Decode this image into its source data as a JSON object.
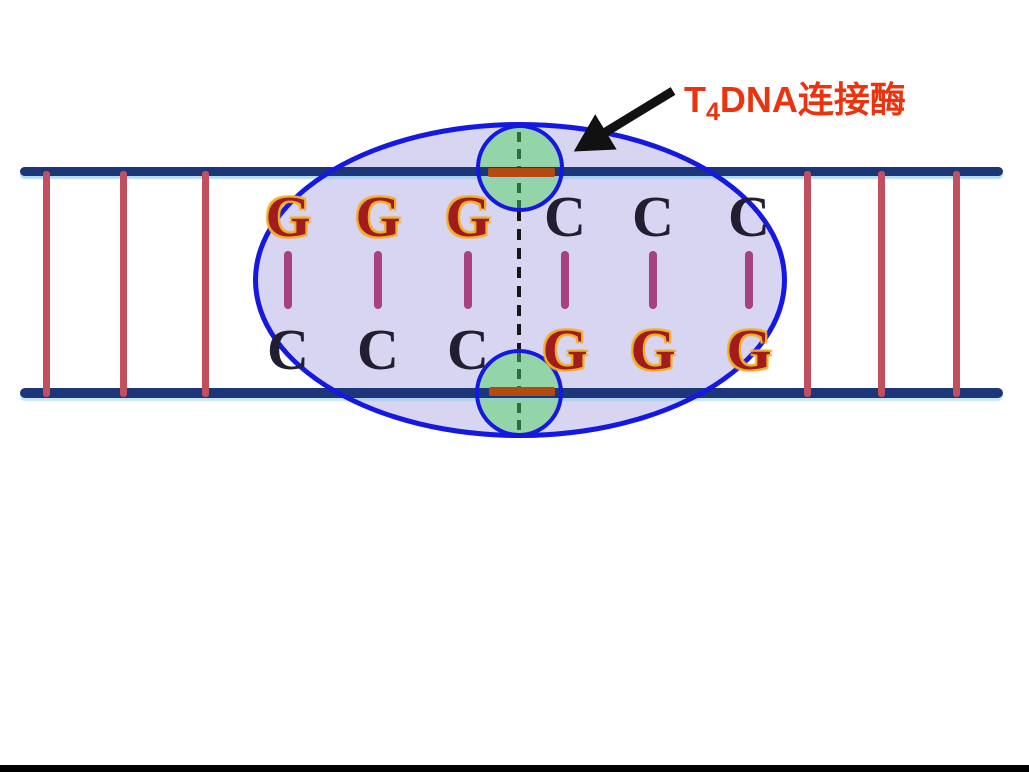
{
  "diagram": {
    "enzyme_label": {
      "prefix": "T",
      "subscript": "4",
      "suffix": "DNA连接酶",
      "full": "T4DNA连接酶"
    },
    "sequence": {
      "top_strand": [
        "G",
        "G",
        "G",
        "C",
        "C",
        "C"
      ],
      "bottom_strand": [
        "C",
        "C",
        "C",
        "G",
        "G",
        "G"
      ]
    },
    "icons": {
      "arrow": "down-left-arrow-icon"
    },
    "colors": {
      "ellipse_fill": "#d8d5f2",
      "outline_blue": "#1518e0",
      "ligation_site_green": "#93d4a9",
      "strand_navy": "#1c3679",
      "rung_red": "#c24f5e",
      "hydrogen_bond_pink": "#a6437e",
      "sealed_nick_orange": "#b44a10",
      "guanine_red": "#a11d1d",
      "cytosine_dark": "#221d31",
      "label_red": "#ea3410",
      "nick_dash_black": "#161616",
      "nick_dash_green": "#2e6e3e"
    }
  }
}
